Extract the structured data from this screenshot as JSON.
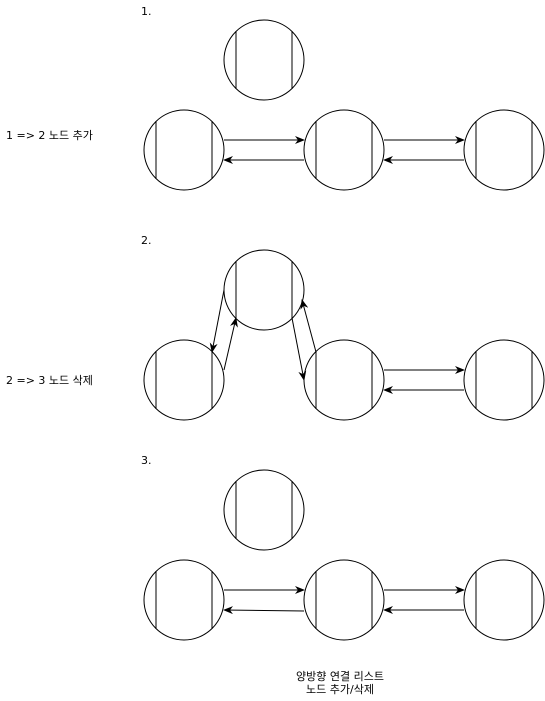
{
  "steps": {
    "step1": "1.",
    "step2": "2.",
    "step3": "3."
  },
  "notes": {
    "add": "1 => 2 노드 추가",
    "delete": "2 => 3 노드 삭제"
  },
  "caption": {
    "line1": "양방향 연결 리스트",
    "line2": "노드 추가/삭제"
  },
  "colors": {
    "stroke": "#000000",
    "node_fill": "#ffffff",
    "background": "#ffffff"
  }
}
